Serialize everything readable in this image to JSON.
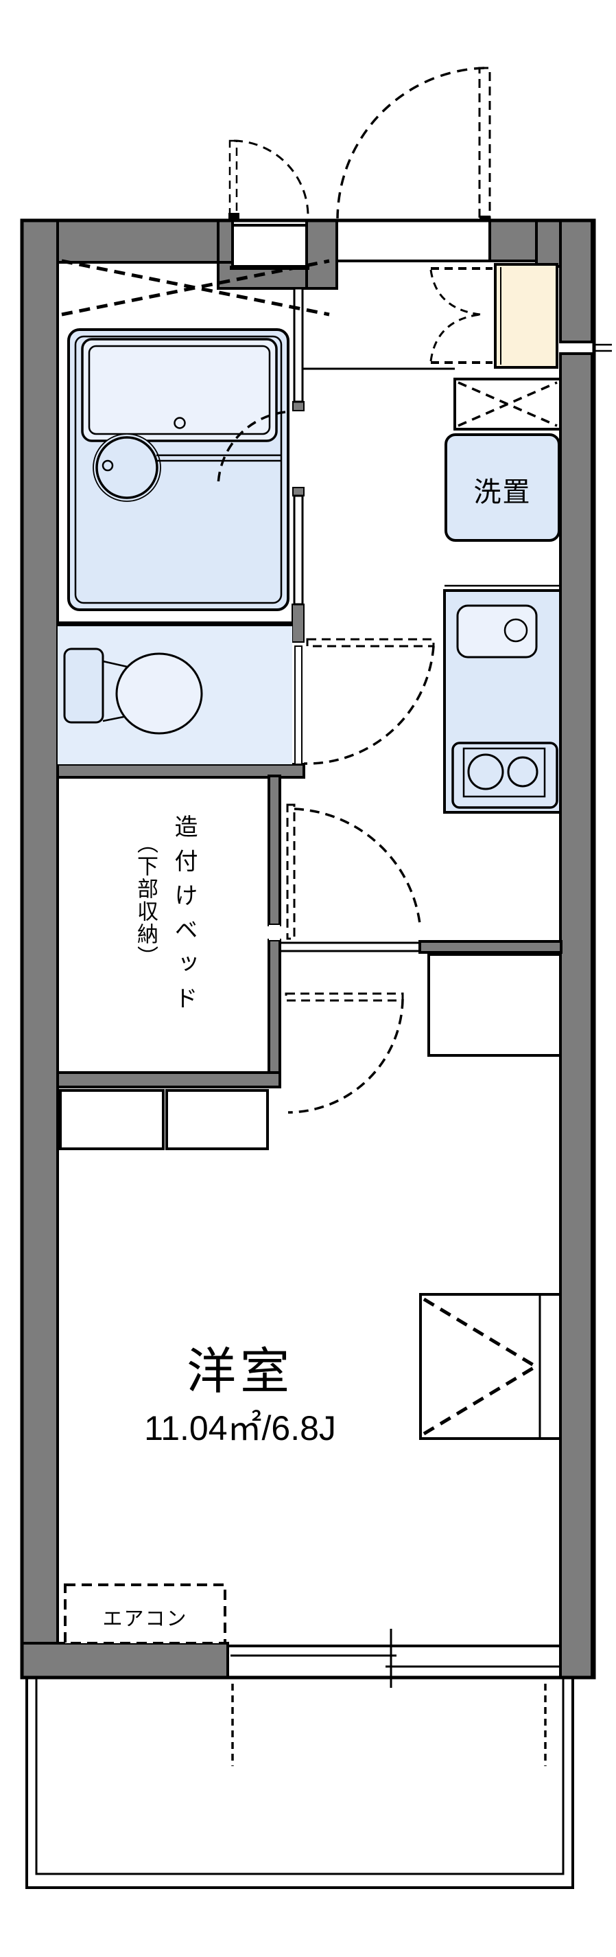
{
  "floorplan": {
    "labels": {
      "main_room_name": "洋室",
      "main_room_area": "11.04㎡/6.8J",
      "built_in_bed_line1": "造付けベッド",
      "built_in_bed_line2": "（下部収納）",
      "washer_space": "洗置",
      "air_conditioner": "エアコン"
    },
    "colors": {
      "wall_gray": "#7d7d7d",
      "outline_black": "#000000",
      "fixture_blue": "#dce8f8",
      "fixture_blue_light": "#ecf2fc",
      "toilet_room_blue": "#e3edfa",
      "shoe_cabinet_cream": "#fcf2da",
      "background": "#ffffff"
    },
    "features": [
      "unit-bath-with-tub-and-round-basin",
      "toilet-room",
      "built-in-bed-under-storage",
      "washer-space",
      "kitchen-sink-two-burner-stove",
      "overhead-cabinet-x-box",
      "shoe-cabinet-double-doors",
      "entrance-door-swing",
      "refrigerator-space",
      "closet-folding-door",
      "air-conditioner-spot",
      "sliding-window",
      "balcony"
    ]
  }
}
